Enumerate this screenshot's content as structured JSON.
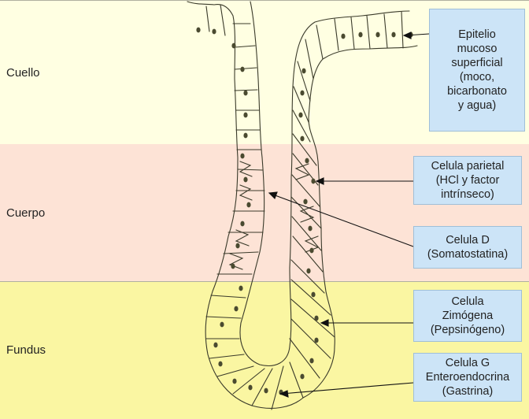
{
  "zones": [
    {
      "id": "cuello",
      "label": "Cuello"
    },
    {
      "id": "cuerpo",
      "label": "Cuerpo"
    },
    {
      "id": "fundus",
      "label": "Fundus"
    }
  ],
  "callouts": {
    "epitelio": {
      "lines": [
        "Epitelio",
        "mucoso",
        "superficial",
        "(moco,",
        "bicarbonato",
        "y agua)"
      ]
    },
    "parietal": {
      "lines": [
        "Celula parietal",
        "(HCl y factor",
        "intrínseco)"
      ]
    },
    "celula_d": {
      "lines": [
        "Celula D",
        "(Somatostatina)"
      ]
    },
    "zimogena": {
      "lines": [
        "Celula",
        "Zimógena",
        "(Pepsinógeno)"
      ]
    },
    "celula_g": {
      "lines": [
        "Celula G",
        "Enteroendocrina",
        "(Gastrina)"
      ]
    }
  },
  "colors": {
    "cuello_band": "#ffffe2",
    "cuerpo_band": "#fde3d6",
    "fundus_band": "#faf6a2",
    "callout_fill": "#cce4f7",
    "nucleus": "#4a4a30"
  }
}
